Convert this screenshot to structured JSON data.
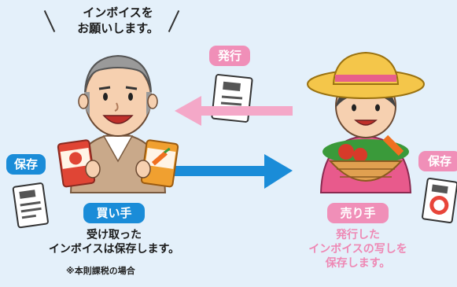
{
  "speech": {
    "line1": "インボイスを",
    "line2": "お願いします。"
  },
  "labels": {
    "issue": "発行",
    "save_left": "保存",
    "save_right": "保存",
    "buyer": "買い手",
    "seller": "売り手"
  },
  "captions": {
    "buyer_line1": "受け取った",
    "buyer_line2": "インボイスは保存します。",
    "buyer_note": "※本則課税の場合",
    "seller_line1": "発行した",
    "seller_line2": "インボイスの写しを",
    "seller_line3": "保存します。"
  },
  "colors": {
    "blue": "#1a8cd8",
    "pink": "#f08fb8",
    "background": "#e4f0fa"
  }
}
